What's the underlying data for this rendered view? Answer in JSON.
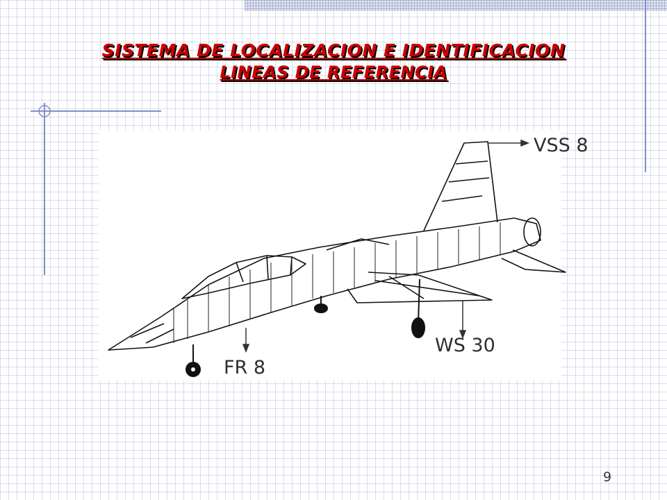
{
  "slide": {
    "title_line1": "SISTEMA DE LOCALIZACION E IDENTIFICACION",
    "title_line2": "LINEAS DE REFERENCIA",
    "page_number": "9"
  },
  "diagram": {
    "subject": "aircraft-drawing",
    "labels": {
      "vss": "VSS 8",
      "ws": "WS 30",
      "fr": "FR 8"
    }
  },
  "colors": {
    "title": "#cc0000",
    "accent_line": "#7f8fc8",
    "text": "#2e2e2e"
  }
}
